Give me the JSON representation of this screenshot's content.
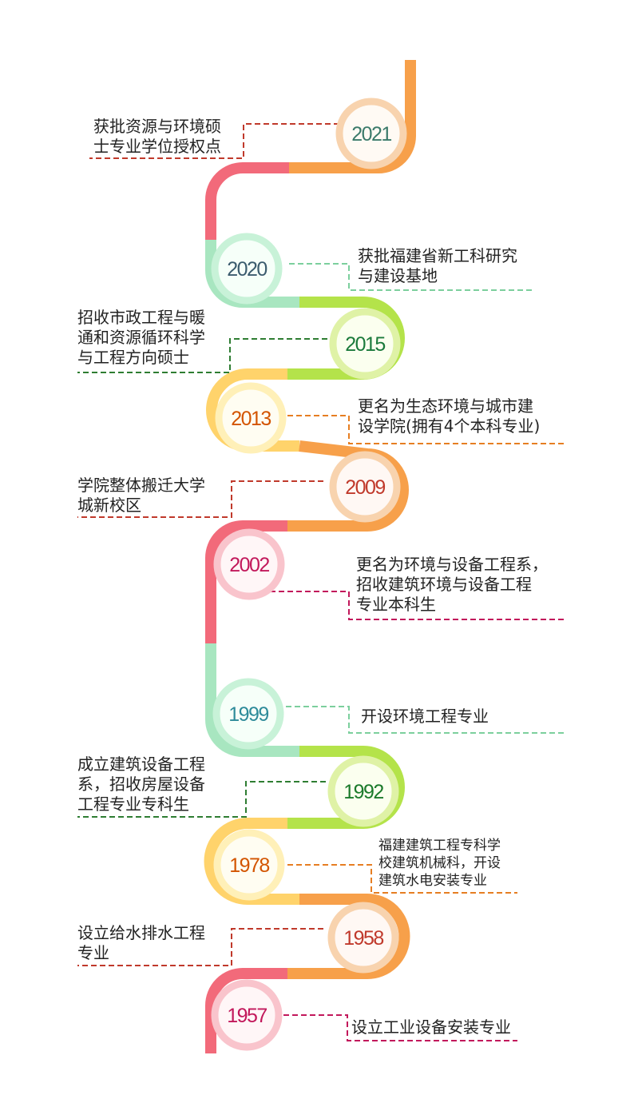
{
  "timeline": {
    "events": [
      {
        "year": "2021",
        "text_lines": [
          "获批资源与环境硕",
          "士专业学位授权点"
        ],
        "color": "#c0392b"
      },
      {
        "year": "2020",
        "text_lines": [
          "获批福建省新工科研究",
          "与建设基地"
        ],
        "color": "#2e7d32"
      },
      {
        "year": "2015",
        "text_lines": [
          "招收市政工程与暖",
          "通和资源循环科学",
          "与工程方向硕士"
        ],
        "color": "#1b5e20"
      },
      {
        "year": "2013",
        "text_lines": [
          "更名为生态环境与城市建",
          "设学院(拥有4个本科专业)"
        ],
        "color": "#d35400"
      },
      {
        "year": "2009",
        "text_lines": [
          "学院整体搬迁大学",
          "城新校区"
        ],
        "color": "#c0392b"
      },
      {
        "year": "2002",
        "text_lines": [
          "更名为环境与设备工程系，",
          "招收建筑环境与设备工程",
          "专业本科生"
        ],
        "color": "#c2185b"
      },
      {
        "year": "1999",
        "text_lines": [
          "开设环境工程专业"
        ],
        "color": "#2e8b9a"
      },
      {
        "year": "1992",
        "text_lines": [
          "成立建筑设备工程",
          "系，招收房屋设备",
          "工程专业专科生"
        ],
        "color": "#1b7a2b"
      },
      {
        "year": "1978",
        "text_lines": [
          "福建建筑工程专科学",
          "校建筑机械科，开设",
          "建筑水电安装专业"
        ],
        "color": "#d35400"
      },
      {
        "year": "1958",
        "text_lines": [
          "设立给水排水工程",
          "专业"
        ],
        "color": "#c0392b"
      },
      {
        "year": "1957",
        "text_lines": [
          "设立工业设备安装专业"
        ],
        "color": "#c2185b"
      }
    ]
  },
  "palette": {
    "orange": "#f7a04a",
    "red": "#f26a7a",
    "mint": "#a8e6c0",
    "lime": "#b4e34a",
    "yellow": "#ffd36b"
  }
}
